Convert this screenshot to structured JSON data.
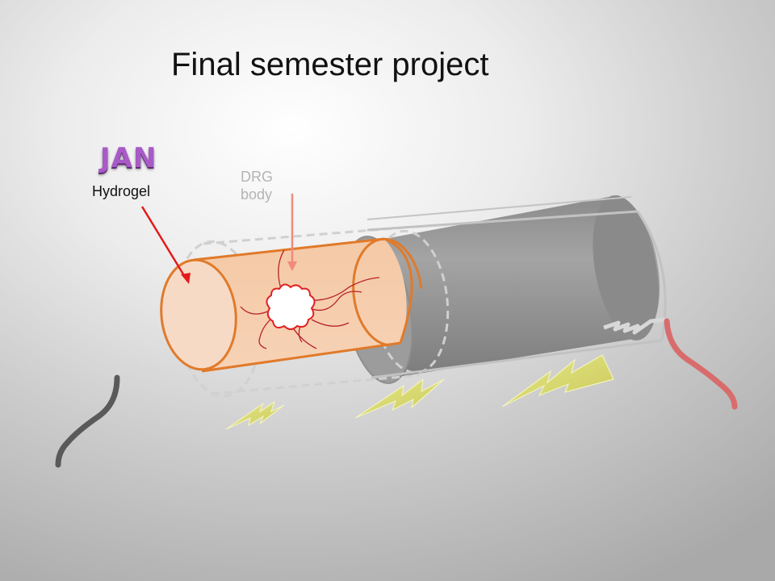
{
  "slide": {
    "title": "Final semester project"
  },
  "annotations": {
    "tag": "JAN",
    "hydrogel": "Hydrogel",
    "drg_line1": "DRG",
    "drg_line2": "body"
  },
  "colors": {
    "title_text": "#111111",
    "tag_purple": "#a85bc7",
    "hydrogel_core": "#f6cba8",
    "hydrogel_outline": "#e07a2a",
    "outer_conduit": "#9a9a9a",
    "cell_outline": "#e02020",
    "neurite": "#b8232b",
    "pointer_arrow": "#e41a1a",
    "drg_arrow": "#f08a7e",
    "wire_left": "#5a5a5a",
    "wire_right": "#d86c6c",
    "lightning": "#dede6e"
  }
}
